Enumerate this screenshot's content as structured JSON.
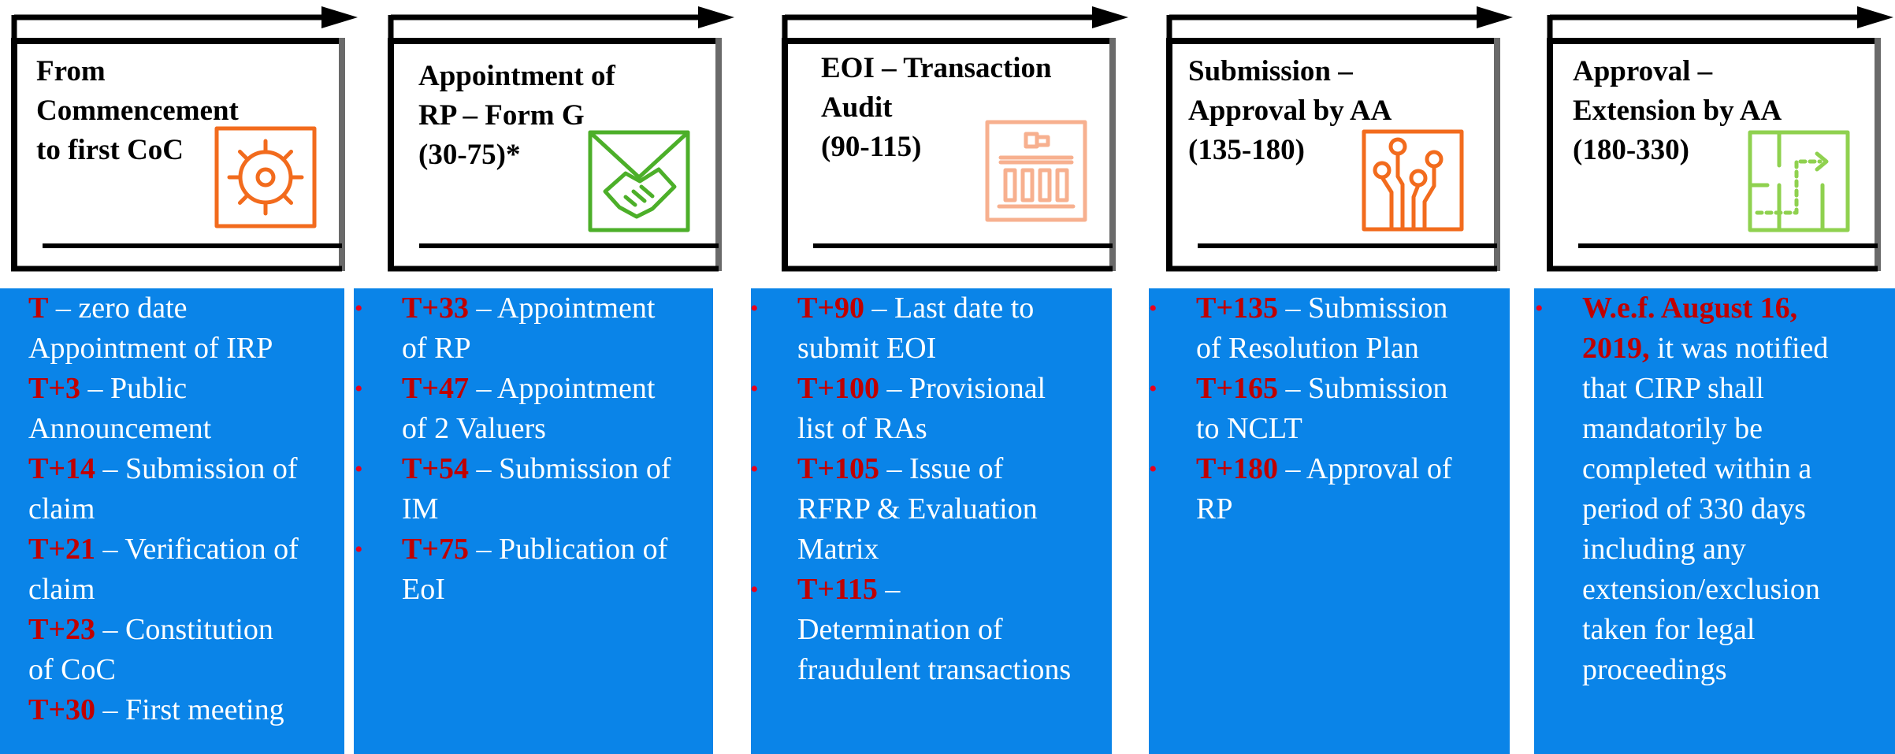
{
  "stages": [
    {
      "title_lines": [
        "From",
        "Commencement",
        "to first CoC"
      ],
      "icon": "gear-icon",
      "icon_color": "#f26b1d",
      "bulleted": false,
      "items": [
        {
          "code": "T",
          "text": " – zero date"
        },
        {
          "code": "",
          "text": "Appointment of IRP"
        },
        {
          "code": "T+3",
          "text": " – Public"
        },
        {
          "code": "",
          "text": "Announcement"
        },
        {
          "code": "T+14",
          "text": " – Submission of"
        },
        {
          "code": "",
          "text": "claim"
        },
        {
          "code": "T+21",
          "text": " – Verification of"
        },
        {
          "code": "",
          "text": "claim"
        },
        {
          "code": "T+23",
          "text": " – Constitution"
        },
        {
          "code": "",
          "text": "of CoC"
        },
        {
          "code": "T+30",
          "text": " – First meeting"
        }
      ]
    },
    {
      "title_lines": [
        "Appointment of",
        "RP – Form G",
        "(30-75)*"
      ],
      "icon": "handshake-icon",
      "icon_color": "#4caf29",
      "bulleted": true,
      "items": [
        {
          "code": "T+33",
          "text": " – Appointment",
          "bullet": true
        },
        {
          "code": "",
          "text": "of RP"
        },
        {
          "code": "T+47",
          "text": " – Appointment",
          "bullet": true
        },
        {
          "code": "",
          "text": "of 2 Valuers"
        },
        {
          "code": "T+54",
          "text": " – Submission of",
          "bullet": true
        },
        {
          "code": "",
          "text": "IM"
        },
        {
          "code": "T+75",
          "text": " – Publication of",
          "bullet": true
        },
        {
          "code": "",
          "text": "EoI"
        }
      ]
    },
    {
      "title_lines": [
        "EOI – Transaction",
        "Audit",
        "(90-115)"
      ],
      "icon": "building-icon",
      "icon_color": "#f7b08f",
      "bulleted": true,
      "items": [
        {
          "code": "T+90",
          "text": " – Last date to",
          "bullet": true
        },
        {
          "code": "",
          "text": "submit EOI"
        },
        {
          "code": "T+100",
          "text": " – Provisional",
          "bullet": true
        },
        {
          "code": "",
          "text": "list of RAs"
        },
        {
          "code": "T+105",
          "text": " – Issue of",
          "bullet": true
        },
        {
          "code": "",
          "text": "RFRP & Evaluation"
        },
        {
          "code": "",
          "text": "Matrix"
        },
        {
          "code": "T+115",
          "text": " –",
          "bullet": true
        },
        {
          "code": "",
          "text": "Determination of"
        },
        {
          "code": "",
          "text": "fraudulent transactions"
        }
      ]
    },
    {
      "title_lines": [
        "Submission –",
        "Approval by AA",
        "(135-180)"
      ],
      "icon": "circuit-icon",
      "icon_color": "#f26b1d",
      "bulleted": true,
      "items": [
        {
          "code": "T+135",
          "text": " – Submission",
          "bullet": true
        },
        {
          "code": "",
          "text": "of Resolution Plan"
        },
        {
          "code": "T+165",
          "text": " – Submission",
          "bullet": true
        },
        {
          "code": "",
          "text": "to NCLT"
        },
        {
          "code": "T+180",
          "text": " – Approval of",
          "bullet": true
        },
        {
          "code": "",
          "text": "RP"
        }
      ]
    },
    {
      "title_lines": [
        "Approval –",
        "Extension by AA",
        "(180-330)"
      ],
      "icon": "floorplan-path-icon",
      "icon_color": "#8fd14f",
      "bulleted": true,
      "items": [
        {
          "code": "W.e.f. August 16,",
          "text": "",
          "bullet": true
        },
        {
          "code": "2019,",
          "text": " it was notified"
        },
        {
          "code": "",
          "text": "that CIRP shall"
        },
        {
          "code": "",
          "text": "mandatorily be"
        },
        {
          "code": "",
          "text": "completed within a"
        },
        {
          "code": "",
          "text": "period of 330 days"
        },
        {
          "code": "",
          "text": "including any"
        },
        {
          "code": "",
          "text": "extension/exclusion"
        },
        {
          "code": "",
          "text": "taken for legal"
        },
        {
          "code": "",
          "text": "proceedings"
        }
      ]
    }
  ]
}
